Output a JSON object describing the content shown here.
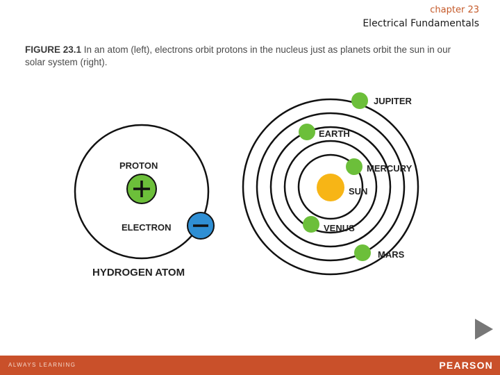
{
  "header": {
    "chapter": "chapter 23",
    "title": "Electrical Fundamentals"
  },
  "caption": {
    "label": "FIGURE 23.1",
    "text": " In an atom (left), electrons orbit protons in the nucleus just as planets orbit the sun in our solar system (right)."
  },
  "figure": {
    "atom": {
      "proton_label": "PROTON",
      "electron_label": "ELECTRON",
      "title": "HYDROGEN ATOM"
    },
    "solar_system": {
      "sun_label": "SUN",
      "planets": [
        "JUPITER",
        "EARTH",
        "MERCURY",
        "VENUS",
        "MARS"
      ]
    },
    "colors": {
      "proton": "#6cbf3a",
      "electron": "#2f8fd4",
      "sun": "#f7b516",
      "planet": "#6cbf3a"
    }
  },
  "footer": {
    "left": "ALWAYS LEARNING",
    "right": "PEARSON",
    "color": "#c9502a"
  }
}
